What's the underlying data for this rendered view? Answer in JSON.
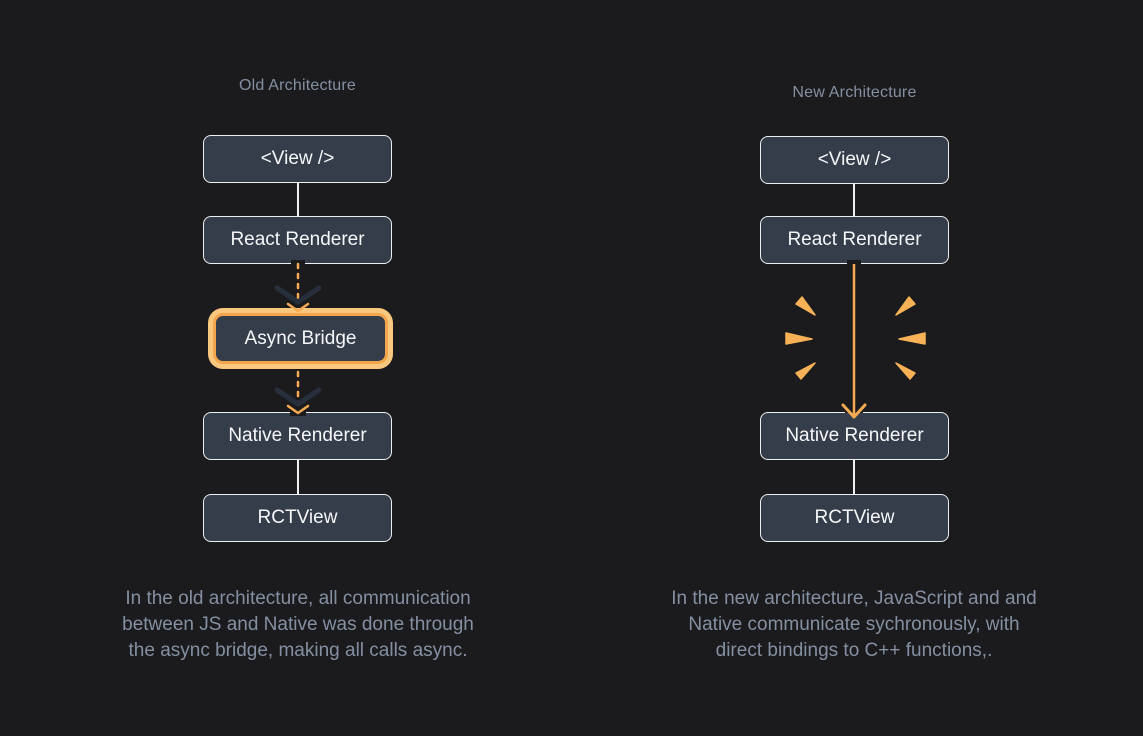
{
  "palette": {
    "bg": "#1b1b1d",
    "box-fill": "#363d4a",
    "box-border": "#edeff2",
    "box-text": "#f5f6f8",
    "muted": "#8490a2",
    "line": "#eef0f2",
    "orange": "#f6aa51",
    "spark": "#f7b156",
    "async-ring": "#f9c87e",
    "async-border": "#f3a64c",
    "chevron-dark": "#272f3d"
  },
  "diagram": {
    "old": {
      "title": "Old Architecture",
      "nodes": [
        {
          "label": "<View />"
        },
        {
          "label": "React Renderer"
        },
        {
          "label": "Async Bridge",
          "highlighted": true
        },
        {
          "label": "Native Renderer"
        },
        {
          "label": "RCTView"
        }
      ],
      "caption": "In the old architecture, all communication\nbetween JS and Native was done through\nthe async bridge, making all calls async."
    },
    "new": {
      "title": "New Architecture",
      "nodes": [
        {
          "label": "<View />"
        },
        {
          "label": "React Renderer"
        },
        {
          "label": "Native Renderer"
        },
        {
          "label": "RCTView"
        }
      ],
      "caption": "In the new architecture, JavaScript and and\nNative communicate sychronously, with\ndirect bindings to C++ functions,."
    }
  }
}
